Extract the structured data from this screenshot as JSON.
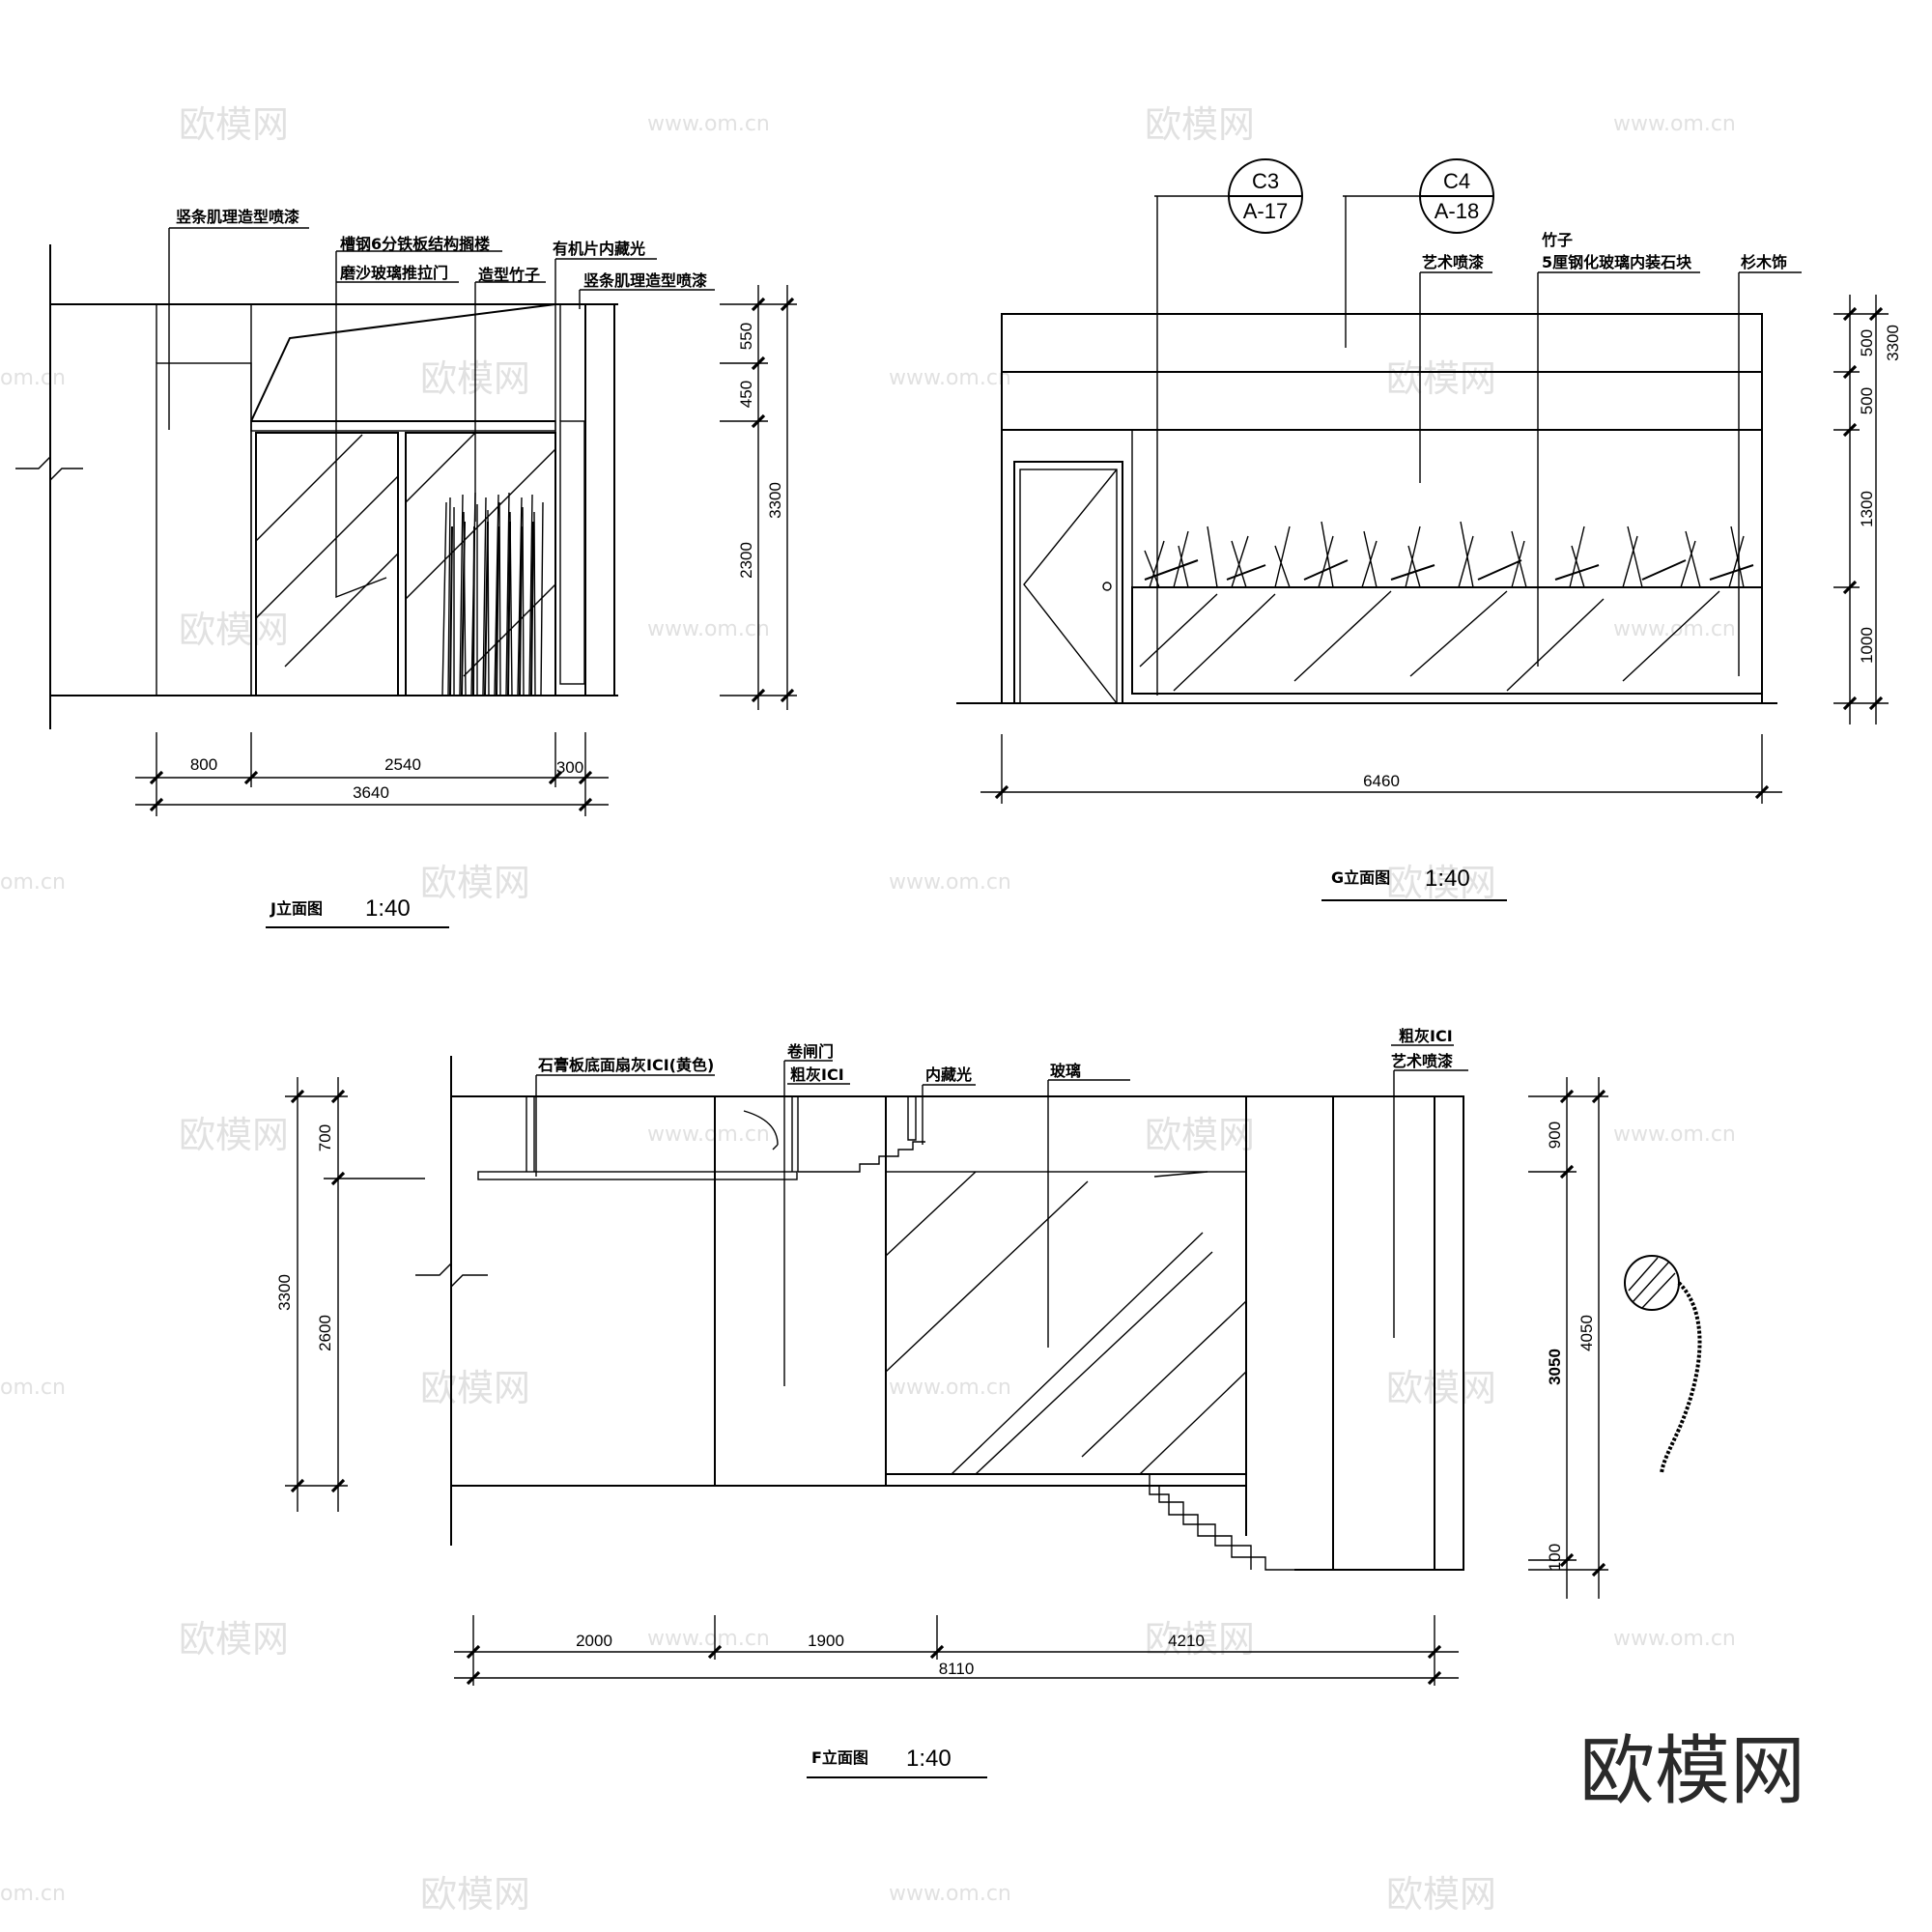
{
  "watermark": {
    "logo_text": "欧模网",
    "url_text": "www.om.cn",
    "edge_text": "om.cn"
  },
  "brand_logo": "欧模网",
  "drawings": {
    "J": {
      "title": "J立面图",
      "scale": "1:40",
      "notes": [
        "竖条肌理造型喷漆",
        "槽钢6分铁板结构搁楼",
        "磨沙玻璃推拉门",
        "造型竹子",
        "有机片内藏光",
        "竖条肌理造型喷漆"
      ],
      "dims_h": [
        "800",
        "2540",
        "300"
      ],
      "dim_total_h": "3640",
      "dims_v": [
        "550",
        "450",
        "2300"
      ],
      "dim_total_v": "3300"
    },
    "G": {
      "title": "G立面图",
      "scale": "1:40",
      "callouts": [
        {
          "top": "C3",
          "bottom": "A-17"
        },
        {
          "top": "C4",
          "bottom": "A-18"
        }
      ],
      "notes": [
        "艺术喷漆",
        "竹子",
        "5厘钢化玻璃内装石块",
        "杉木饰"
      ],
      "dims_v": [
        "500",
        "500",
        "1300",
        "1000"
      ],
      "dim_total_v": "3300",
      "dim_total_h": "6460"
    },
    "F": {
      "title": "F立面图",
      "scale": "1:40",
      "notes": [
        "石膏板底面扇灰ICI(黄色)",
        "卷闸门",
        "粗灰ICI",
        "内藏光",
        "玻璃",
        "粗灰ICI",
        "艺术喷漆"
      ],
      "dims_h": [
        "2000",
        "1900",
        "4210"
      ],
      "dim_total_h": "8110",
      "dims_v_left": [
        "700",
        "2600"
      ],
      "dim_total_v_left": "3300",
      "dims_v_right": [
        "900",
        "3050",
        "100"
      ],
      "dim_total_v_right": "4050"
    }
  }
}
